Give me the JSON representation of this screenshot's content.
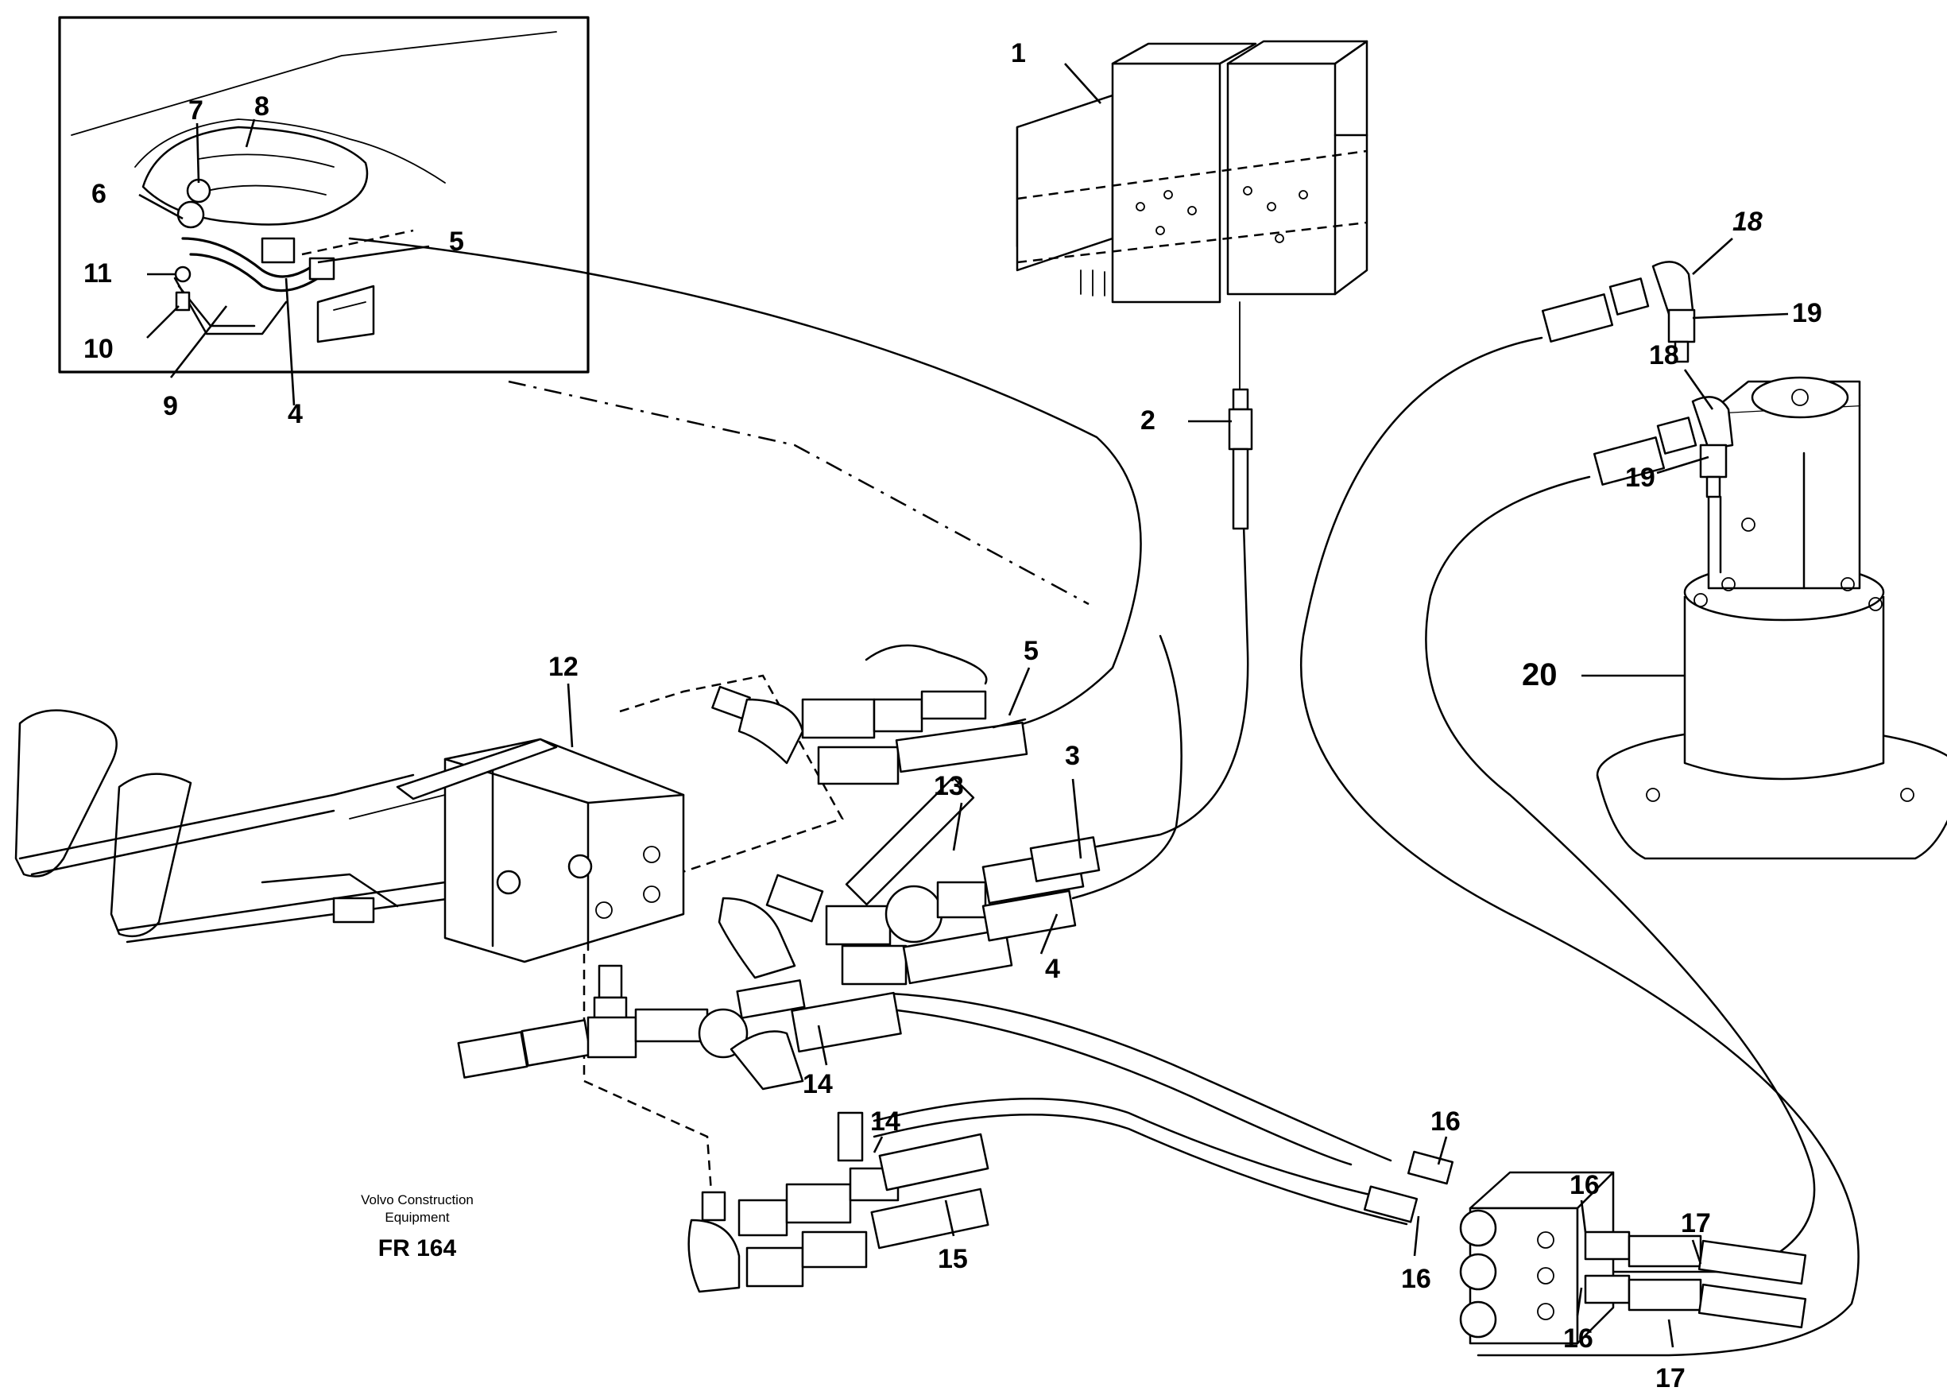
{
  "diagram": {
    "part_labels": {
      "p1": "1",
      "p2": "2",
      "p3": "3",
      "p4a": "4",
      "p4b": "4",
      "p5a": "5",
      "p5b": "5",
      "p6": "6",
      "p7": "7",
      "p8": "8",
      "p9": "9",
      "p10": "10",
      "p11": "11",
      "p12": "12",
      "p13": "13",
      "p14a": "14",
      "p14b": "14",
      "p15": "15",
      "p16a": "16",
      "p16b": "16",
      "p16c": "16",
      "p16d": "16",
      "p17a": "17",
      "p17b": "17",
      "p18a": "18",
      "p18b": "18",
      "p19a": "19",
      "p19b": "19",
      "p20": "20"
    },
    "caption": {
      "company_line1": "Volvo Construction",
      "company_line2": "Equipment",
      "code": "FR 164"
    }
  }
}
